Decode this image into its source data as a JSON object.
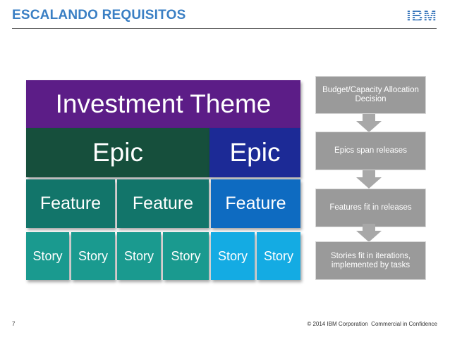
{
  "slide": {
    "title": "ESCALANDO REQUISITOS",
    "logo_text": "IBM",
    "page_number": "7",
    "copyright": "© 2014 IBM Corporation  Commercial in Confidence"
  },
  "hierarchy": {
    "theme": "Investment Theme",
    "epics": [
      "Epic",
      "Epic"
    ],
    "features": [
      "Feature",
      "Feature",
      "Feature"
    ],
    "stories": [
      "Story",
      "Story",
      "Story",
      "Story",
      "Story",
      "Story"
    ]
  },
  "process_steps": [
    "Budget/Capacity Allocation Decision",
    "Epics span releases",
    "Features fit in releases",
    "Stories fit in iterations, implemented by tasks"
  ],
  "colors": {
    "title": "#3a7fc4",
    "theme": "#5c1d87",
    "epic_green": "#164f3c",
    "epic_blue": "#1c2a96",
    "feature_teal": "#12756a",
    "feature_blue": "#0e6bc1",
    "story_teal": "#1a9a8f",
    "story_blue": "#14abe3",
    "process_box": "#9a9a9a"
  }
}
